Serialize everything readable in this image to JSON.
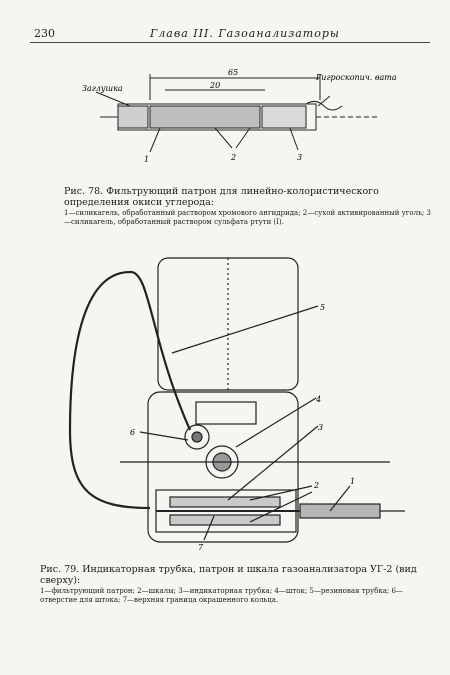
{
  "page": {
    "number": "230",
    "header": "Глава III. Газоанализаторы"
  },
  "fig78": {
    "caption": "Рис. 78. Фильтрующий патрон для линейно-колористического определения окиси углерода:",
    "legend": "1—силикагель, обработанный раствором хромового ангидрида; 2—сухой активированный уголь; 3—силикагель, обработанный раствором сульфата ртути (I).",
    "labels": {
      "plug": "Заглушка",
      "cotton": "Гигроскопич. вата",
      "dim_total": "65",
      "dim_inner": "20",
      "num1": "1",
      "num2": "2",
      "num3": "3"
    }
  },
  "fig79": {
    "caption": "Рис. 79. Индикаторная трубка, патрон и шкала газоанализатора УГ-2 (вид сверху):",
    "legend": "1—фильтрующий патрон; 2—шкалы; 3—индикаторная трубка; 4—шток; 5—резиновая трубка; 6—отверстие для штока; 7—верхняя граница окрашенного кольца.",
    "labels": {
      "n1": "1",
      "n2": "2",
      "n3": "3",
      "n4": "4",
      "n5": "5",
      "n6": "6",
      "n7": "7"
    }
  }
}
